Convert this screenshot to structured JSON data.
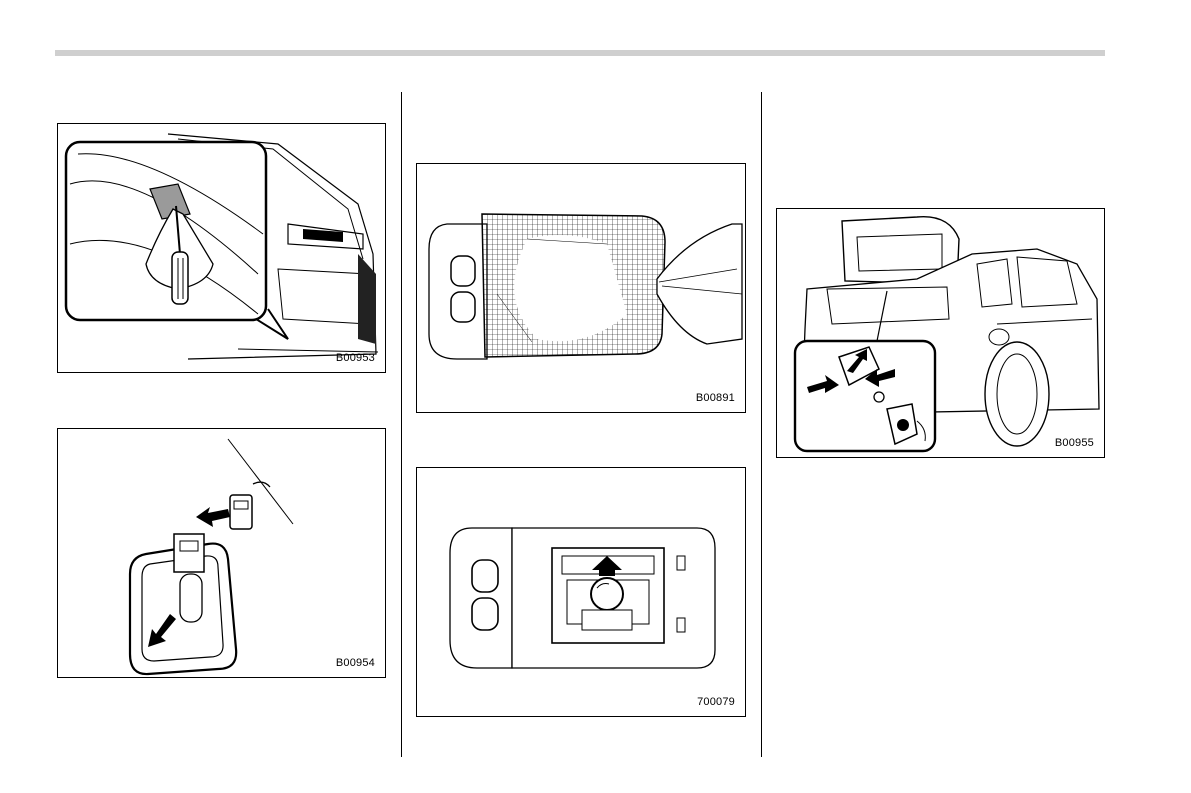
{
  "figures": [
    {
      "id": "door-lens-removal",
      "code": "B00953"
    },
    {
      "id": "door-bulb-connector",
      "code": "B00954"
    },
    {
      "id": "map-light-lens-removal",
      "code": "B00891"
    },
    {
      "id": "map-light-bulb",
      "code": "700079"
    },
    {
      "id": "trunk-light-bulb",
      "code": "B00955"
    }
  ],
  "icons": {
    "arrow": "arrow-icon",
    "screwdriver": "screwdriver-icon",
    "cloth": "cloth-icon"
  }
}
